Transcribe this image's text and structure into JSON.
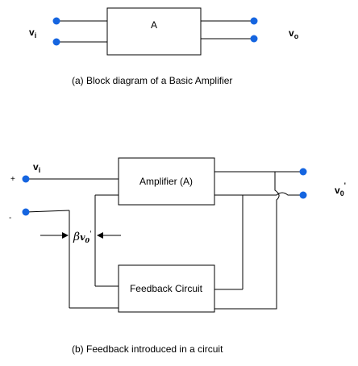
{
  "diagram_a": {
    "block_label": "A",
    "input_label": "v",
    "input_sub": "i",
    "output_label": "v",
    "output_sub": "o",
    "caption": "(a) Block diagram of a Basic Amplifier"
  },
  "diagram_b": {
    "amp_label": "Amplifier (A)",
    "feedback_label": "Feedback Circuit",
    "input_label": "v",
    "input_sub": "i",
    "output_label": "v",
    "output_sub": "0",
    "output_prime": "'",
    "plus_sign": "+",
    "minus_sign": "-",
    "beta_symbol": "β",
    "beta_var": "v",
    "beta_sub": "0",
    "beta_prime": "'",
    "caption": "(b) Feedback introduced in a circuit"
  },
  "colors": {
    "line": "#000000",
    "terminal": "#1565e0"
  }
}
